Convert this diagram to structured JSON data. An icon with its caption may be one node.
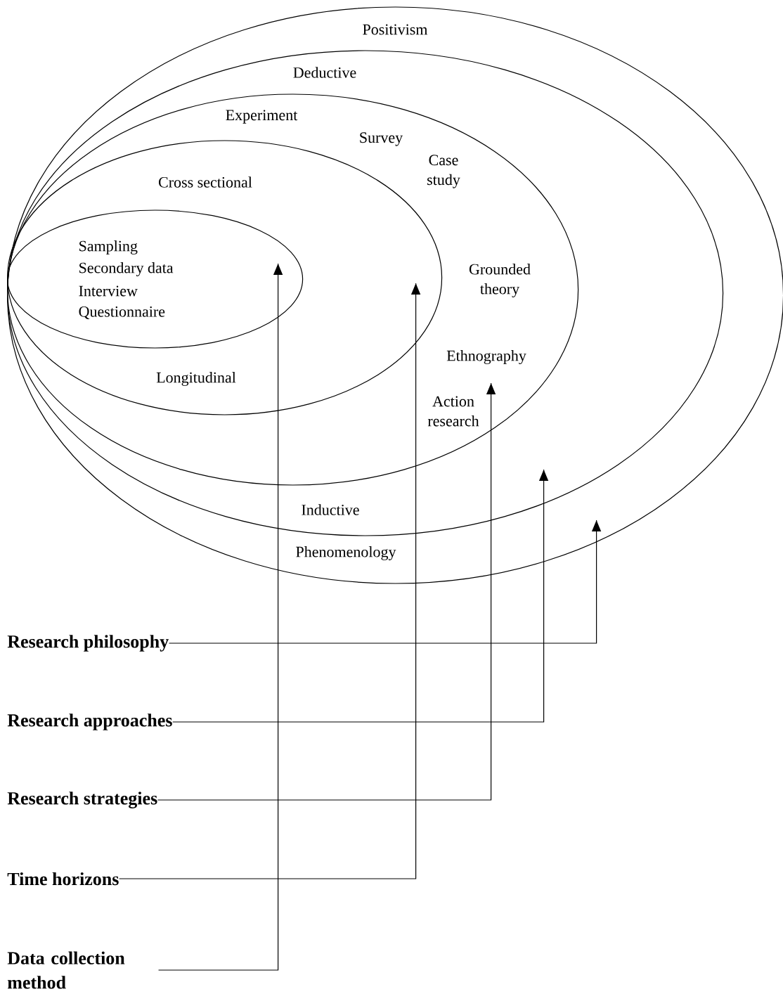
{
  "diagram": {
    "nodes": [
      {
        "text": [
          "Positivism",
          "Phenomenology"
        ]
      },
      {
        "text": [
          "Deductive",
          "Inductive"
        ],
        "in": 0
      },
      {
        "text": [
          "Experiment",
          "Survey",
          "Case study",
          "Grounded theory",
          "Ethnography",
          "Action research"
        ],
        "in": 1
      },
      {
        "text": [
          "Cross sectional",
          "Longitudinal"
        ],
        "in": 2
      },
      {
        "text": [
          "Sampling",
          "Secondary data",
          "Interview",
          "Questionnaire"
        ],
        "in": 3
      },
      {
        "text": [
          "Research philosophy"
        ]
      },
      {
        "text": [
          "Research approaches"
        ]
      },
      {
        "text": [
          "Research strategies"
        ]
      },
      {
        "text": [
          "Time horizons"
        ]
      },
      {
        "text": [
          "Data collection method"
        ]
      }
    ],
    "edges": [
      {
        "from": 5,
        "to": 0,
        "arrow": "to"
      },
      {
        "from": 6,
        "to": 1,
        "arrow": "to"
      },
      {
        "from": 7,
        "to": 2,
        "arrow": "to"
      },
      {
        "from": 8,
        "to": 3,
        "arrow": "to"
      },
      {
        "from": 9,
        "to": 4,
        "arrow": "to"
      }
    ]
  }
}
